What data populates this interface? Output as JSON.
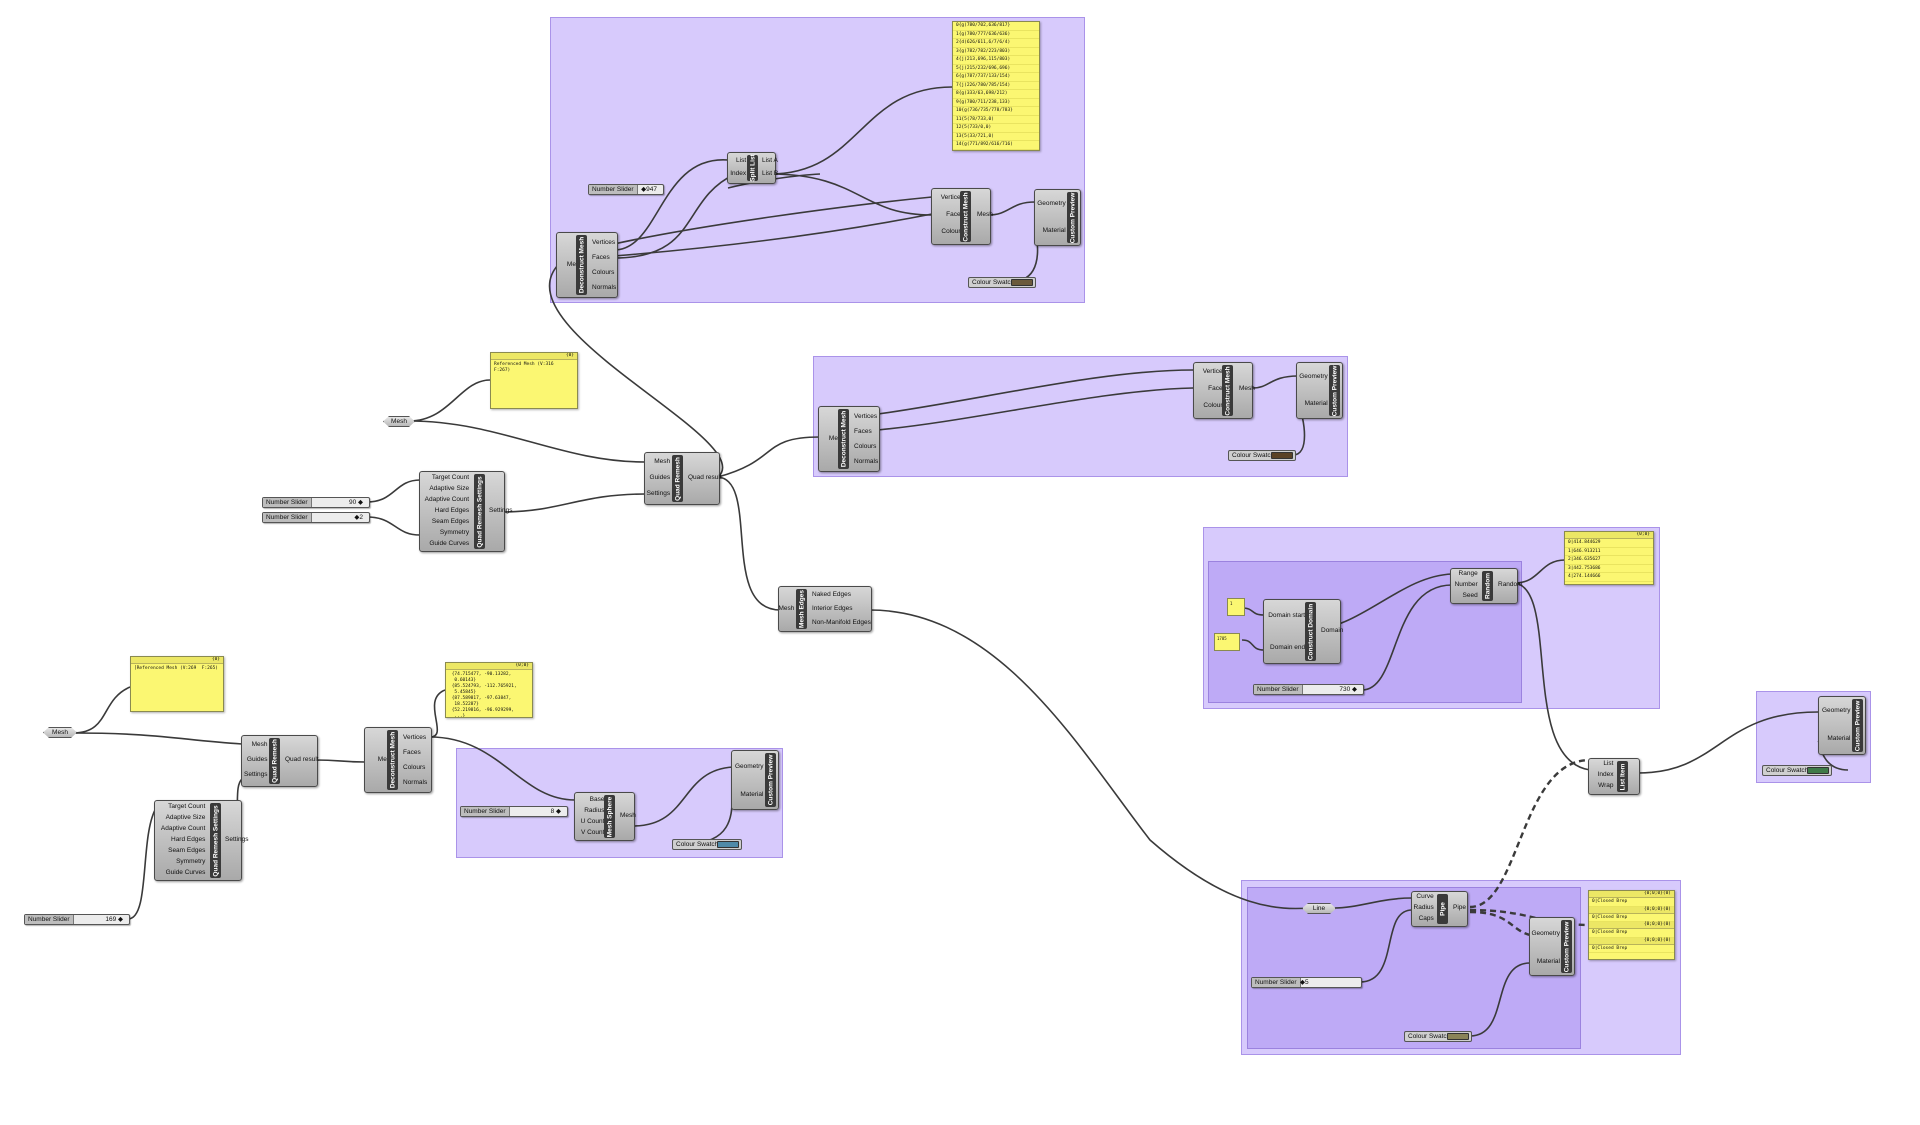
{
  "components": {
    "deconstruct_mesh": {
      "title": "Deconstruct Mesh",
      "inputs": [
        "Mesh"
      ],
      "outputs": [
        "Vertices",
        "Faces",
        "Colours",
        "Normals"
      ]
    },
    "construct_mesh": {
      "title": "Construct Mesh",
      "inputs": [
        "Vertices",
        "Faces",
        "Colours"
      ],
      "outputs": [
        "Mesh"
      ]
    },
    "custom_preview": {
      "title": "Custom Preview",
      "inputs": [
        "Geometry",
        "Material"
      ]
    },
    "split_list": {
      "title": "Split List",
      "inputs": [
        "List",
        "Index"
      ],
      "outputs": [
        "List A",
        "List B"
      ]
    },
    "quad_remesh": {
      "title": "Quad Remesh",
      "inputs": [
        "Mesh",
        "Guides",
        "Settings"
      ],
      "outputs": [
        "Quad result"
      ]
    },
    "quad_settings": {
      "title": "Quad Remesh Settings",
      "inputs": [
        "Target Count",
        "Adaptive Size",
        "Adaptive Count",
        "Hard Edges",
        "Seam Edges",
        "Symmetry",
        "Guide Curves"
      ],
      "outputs": [
        "Settings"
      ]
    },
    "mesh_edges": {
      "title": "Mesh Edges",
      "inputs": [
        "Mesh"
      ],
      "outputs": [
        "Naked Edges",
        "Interior Edges",
        "Non-Manifold Edges"
      ]
    },
    "mesh_sphere": {
      "title": "Mesh Sphere",
      "inputs": [
        "Base",
        "Radius",
        "U Count",
        "V Count"
      ],
      "outputs": [
        "Mesh"
      ]
    },
    "construct_domain": {
      "title": "Construct Domain",
      "inputs": [
        "Domain start",
        "Domain end"
      ],
      "outputs": [
        "Domain"
      ]
    },
    "random": {
      "title": "Random",
      "inputs": [
        "Range",
        "Number",
        "Seed"
      ],
      "outputs": [
        "Random"
      ]
    },
    "list_item": {
      "title": "List Item",
      "inputs": [
        "List",
        "Index",
        "Wrap"
      ],
      "outputs": [
        ""
      ]
    },
    "pipe": {
      "title": "Pipe",
      "inputs": [
        "Curve",
        "Radius",
        "Caps"
      ],
      "outputs": [
        "Pipe"
      ]
    }
  },
  "labels": {
    "number_slider": "Number Slider",
    "colour_swatch": "Colour Swatch",
    "mesh": "Mesh",
    "line": "Line"
  },
  "sliders": {
    "s1": "◆947",
    "s2": "90 ◆",
    "s3": "◆2",
    "s4": "169 ◆",
    "s5": "8 ◆",
    "s6": "730 ◆",
    "s7": "◆5"
  },
  "colours": {
    "swatch_top": "#6b5a3c",
    "swatch_mid": "#5a4226",
    "swatch_left": "#4f8aa8",
    "swatch_right": "#3f7a48",
    "swatch_bottom": "#8a8458"
  },
  "panels": {
    "vertex_list": {
      "header": "",
      "lines": [
        "0{g(780/702,636/817}",
        "1{g(780/777/636/636)",
        "2{d(626/611,6/7/6/4)",
        "3{g(782/782/223/803)",
        "4{j(213,696,115/803)",
        "5{j(215/232/696,696)",
        "6{g(787/737/133/154)",
        "7{j(226/780/785/154)",
        "8{g(333/63,698/212)",
        "9{g(780/711/238,133)",
        "10{g(736/735/778/783}",
        "11{5(78/733,0)",
        "12{5(733/0,0)",
        "13{5(33/721,0)",
        "14{g(771/892/616/716)"
      ]
    },
    "ref_mesh_top": {
      "header": "{0}",
      "body": "Referenced Mesh (V:316\nF:267)"
    },
    "ref_mesh_left": {
      "header": "{0}",
      "body": "[Referenced Mesh (V:269  F:265)"
    },
    "vertex_coords": {
      "header": "{0;0}",
      "body": " {74.715477, -90.13282,\n  0.60143}\n {85.524793, -112.765921,\n  5.45845}\n {87.589817, -97.63847,\n  18.52287}\n {52.219816, -96.929299,\n  ...}"
    },
    "random_values": {
      "header": "{0;0}",
      "lines": [
        "0|414.844629",
        "1|646.913211",
        "2|346.635627",
        "3|442.753686",
        "4|274.144666"
      ]
    },
    "closed_brep": {
      "headers": [
        "{0;0;0}(0)",
        "{0;0;0}(0)",
        "{0;0;0}(0)",
        "{0;0;0}(0)"
      ],
      "lines": [
        "0|Closed Brep",
        "0|Closed Brep",
        "0|Closed Brep",
        "0|Closed Brep"
      ]
    },
    "mini_a": "1",
    "mini_b": "1785"
  }
}
